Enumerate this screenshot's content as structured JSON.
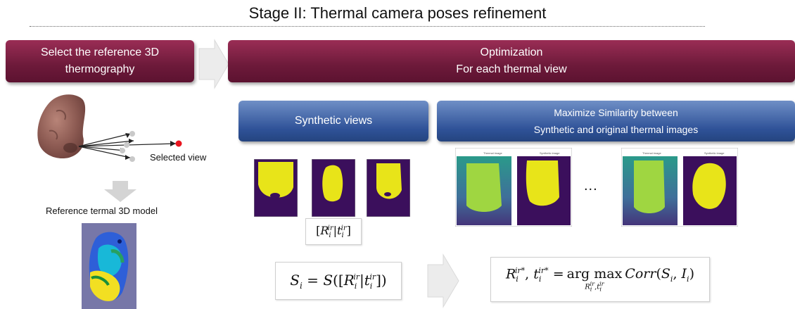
{
  "title": "Stage II: Thermal camera poses refinement",
  "left_box": {
    "line1": "Select the reference 3D",
    "line2": "thermography"
  },
  "right_box": {
    "line1": "Optimization",
    "line2": "For each thermal view"
  },
  "synthetic_box": {
    "label": "Synthetic views"
  },
  "maximize_box": {
    "line1": "Maximize Similarity between",
    "line2": "Synthetic and original thermal images"
  },
  "selected_view_label": "Selected view",
  "reference_model_label": "Reference termal 3D model",
  "ellipsis": "...",
  "pose_formula": "[R_i^{ir} | t_i^{ir}]",
  "similarity_formula": "S_i = S([R_i^{ir} | t_i^{ir}])",
  "argmax_formula": "R_i^{ir*}, t_i^{ir*} = arg max_{R_i^{ir}, t_i^{ir}} Corr(S_i, I_i)",
  "colors": {
    "maroon": "#7a1f45",
    "blue": "#2f5298",
    "arrow_grey": "#ececec",
    "thermal_dark": "#3b0f5c",
    "thermal_bright": "#e8e419",
    "selected_dot": "#e8141e"
  }
}
